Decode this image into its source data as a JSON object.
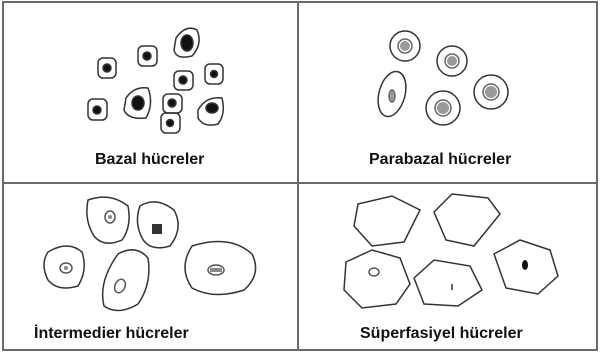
{
  "panels": [
    {
      "id": "bazal",
      "caption": "Bazal hücreler"
    },
    {
      "id": "parabazal",
      "caption": "Parabazal hücreler"
    },
    {
      "id": "intermedier",
      "caption": "İntermedier hücreler"
    },
    {
      "id": "superfasiyel",
      "caption": "Süperfasiyel hücreler"
    }
  ],
  "colors": {
    "line": "#4a4a4a",
    "nucleus": "#111111",
    "nucleus_light": "#9a9a9a",
    "border": "#6a6a6a"
  }
}
